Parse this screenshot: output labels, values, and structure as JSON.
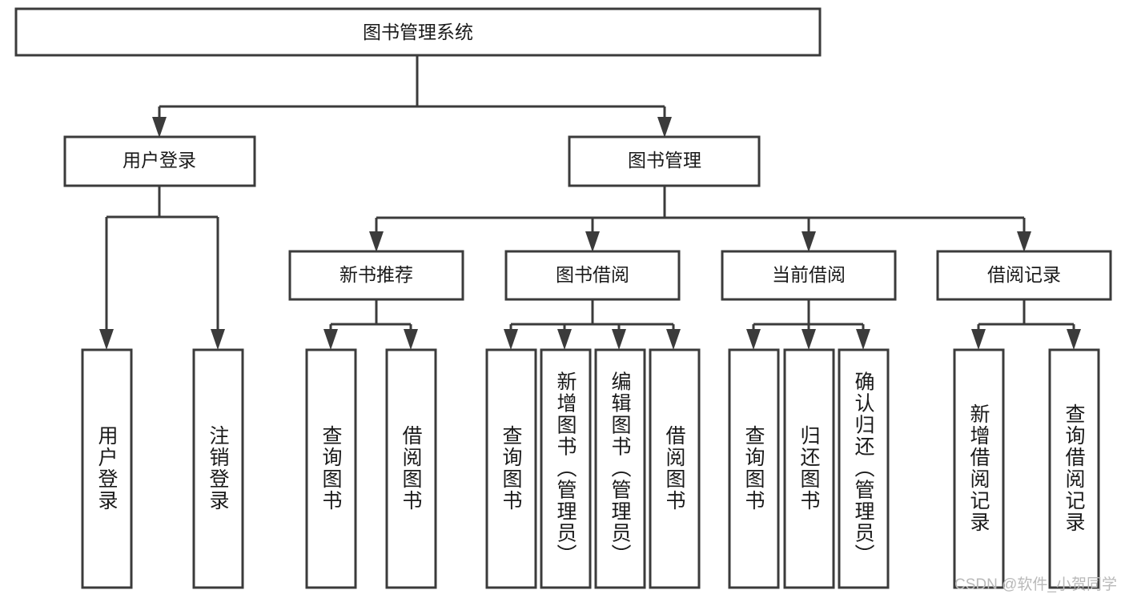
{
  "diagram": {
    "type": "tree-hierarchy",
    "title": "图书管理系统",
    "colors": {
      "box_stroke": "#3b3b3b",
      "box_fill": "#ffffff",
      "connector": "#3b3b3b",
      "text": "#1a1a1a",
      "watermark": "#b9b9b9",
      "background": "#ffffff"
    },
    "levels": [
      {
        "level": 0,
        "orientation": "horizontal",
        "nodes": [
          {
            "id": "root",
            "label": "图书管理系统"
          }
        ]
      },
      {
        "level": 1,
        "orientation": "horizontal",
        "nodes": [
          {
            "id": "user-login",
            "label": "用户登录",
            "parent": "root"
          },
          {
            "id": "book-manage",
            "label": "图书管理",
            "parent": "root"
          }
        ]
      },
      {
        "level": 2,
        "orientation": "horizontal",
        "nodes": [
          {
            "id": "new-book-recommend",
            "label": "新书推荐",
            "parent": "book-manage"
          },
          {
            "id": "book-borrow",
            "label": "图书借阅",
            "parent": "book-manage"
          },
          {
            "id": "current-borrow",
            "label": "当前借阅",
            "parent": "book-manage"
          },
          {
            "id": "borrow-record",
            "label": "借阅记录",
            "parent": "book-manage"
          }
        ]
      },
      {
        "level": 3,
        "orientation": "vertical",
        "nodes": [
          {
            "id": "leaf-user-login",
            "label": "用户登录",
            "parent": "user-login"
          },
          {
            "id": "leaf-user-logout",
            "label": "注销登录",
            "parent": "user-login"
          },
          {
            "id": "leaf-query-book-1",
            "label": "查询图书",
            "parent": "new-book-recommend"
          },
          {
            "id": "leaf-borrow-book-1",
            "label": "借阅图书",
            "parent": "new-book-recommend"
          },
          {
            "id": "leaf-query-book-2",
            "label": "查询图书",
            "parent": "book-borrow"
          },
          {
            "id": "leaf-add-book",
            "label": "新增图书（管理员）",
            "parent": "book-borrow"
          },
          {
            "id": "leaf-edit-book",
            "label": "编辑图书（管理员）",
            "parent": "book-borrow"
          },
          {
            "id": "leaf-borrow-book-2",
            "label": "借阅图书",
            "parent": "book-borrow"
          },
          {
            "id": "leaf-query-book-3",
            "label": "查询图书",
            "parent": "current-borrow"
          },
          {
            "id": "leaf-return-book",
            "label": "归还图书",
            "parent": "current-borrow"
          },
          {
            "id": "leaf-confirm-return",
            "label": "确认归还（管理员）",
            "parent": "current-borrow"
          },
          {
            "id": "leaf-add-record",
            "label": "新增借阅记录",
            "parent": "borrow-record"
          },
          {
            "id": "leaf-query-record",
            "label": "查询借阅记录",
            "parent": "borrow-record"
          }
        ]
      }
    ]
  },
  "watermark": {
    "text": "CSDN @软件_小贺同学"
  }
}
